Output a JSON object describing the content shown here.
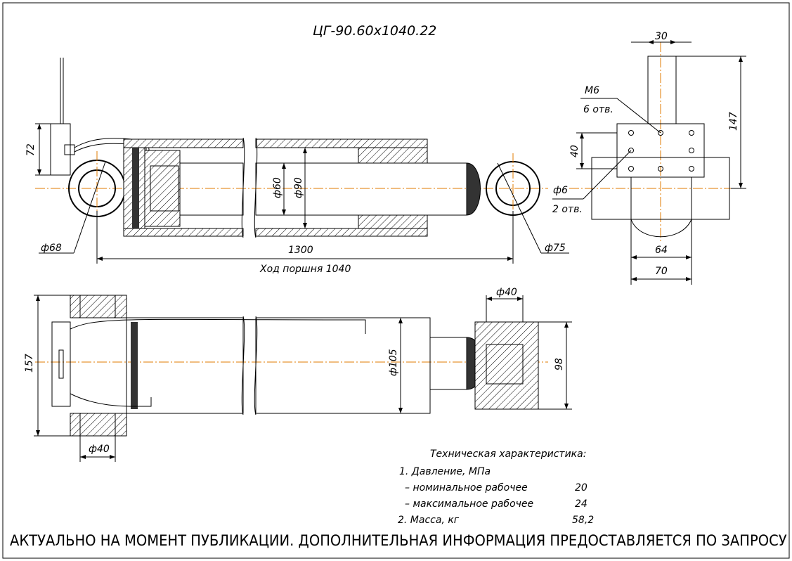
{
  "title": "ЦГ-90.60x1040.22",
  "dims": {
    "d30": "30",
    "d147": "147",
    "d72": "72",
    "d40": "40",
    "m6": "M6",
    "holes6": "6 отв.",
    "d6": "ф6",
    "holes2": "2 отв.",
    "d60": "ф60",
    "d90": "ф90",
    "d68": "ф68",
    "d75": "ф75",
    "d1300": "1300",
    "stroke": "Ход поршня 1040",
    "d64": "64",
    "d70": "70",
    "d157": "157",
    "d40top": "ф40",
    "d105": "ф105",
    "d98": "98",
    "d40bottom": "ф40"
  },
  "specs": {
    "heading": "Техническая характеристика:",
    "pressure": "1. Давление, МПа",
    "nominal_label": "– номинальное рабочее",
    "nominal_value": "20",
    "max_label": "– максимальное рабочее",
    "max_value": "24",
    "mass_label": "2. Масса, кг",
    "mass_value": "58,2"
  },
  "footer": "АКТУАЛЬНО НА МОМЕНТ ПУБЛИКАЦИИ. ДОПОЛНИТЕЛЬНАЯ ИНФОРМАЦИЯ ПРЕДОСТАВЛЯЕТСЯ ПО ЗАПРОСУ"
}
